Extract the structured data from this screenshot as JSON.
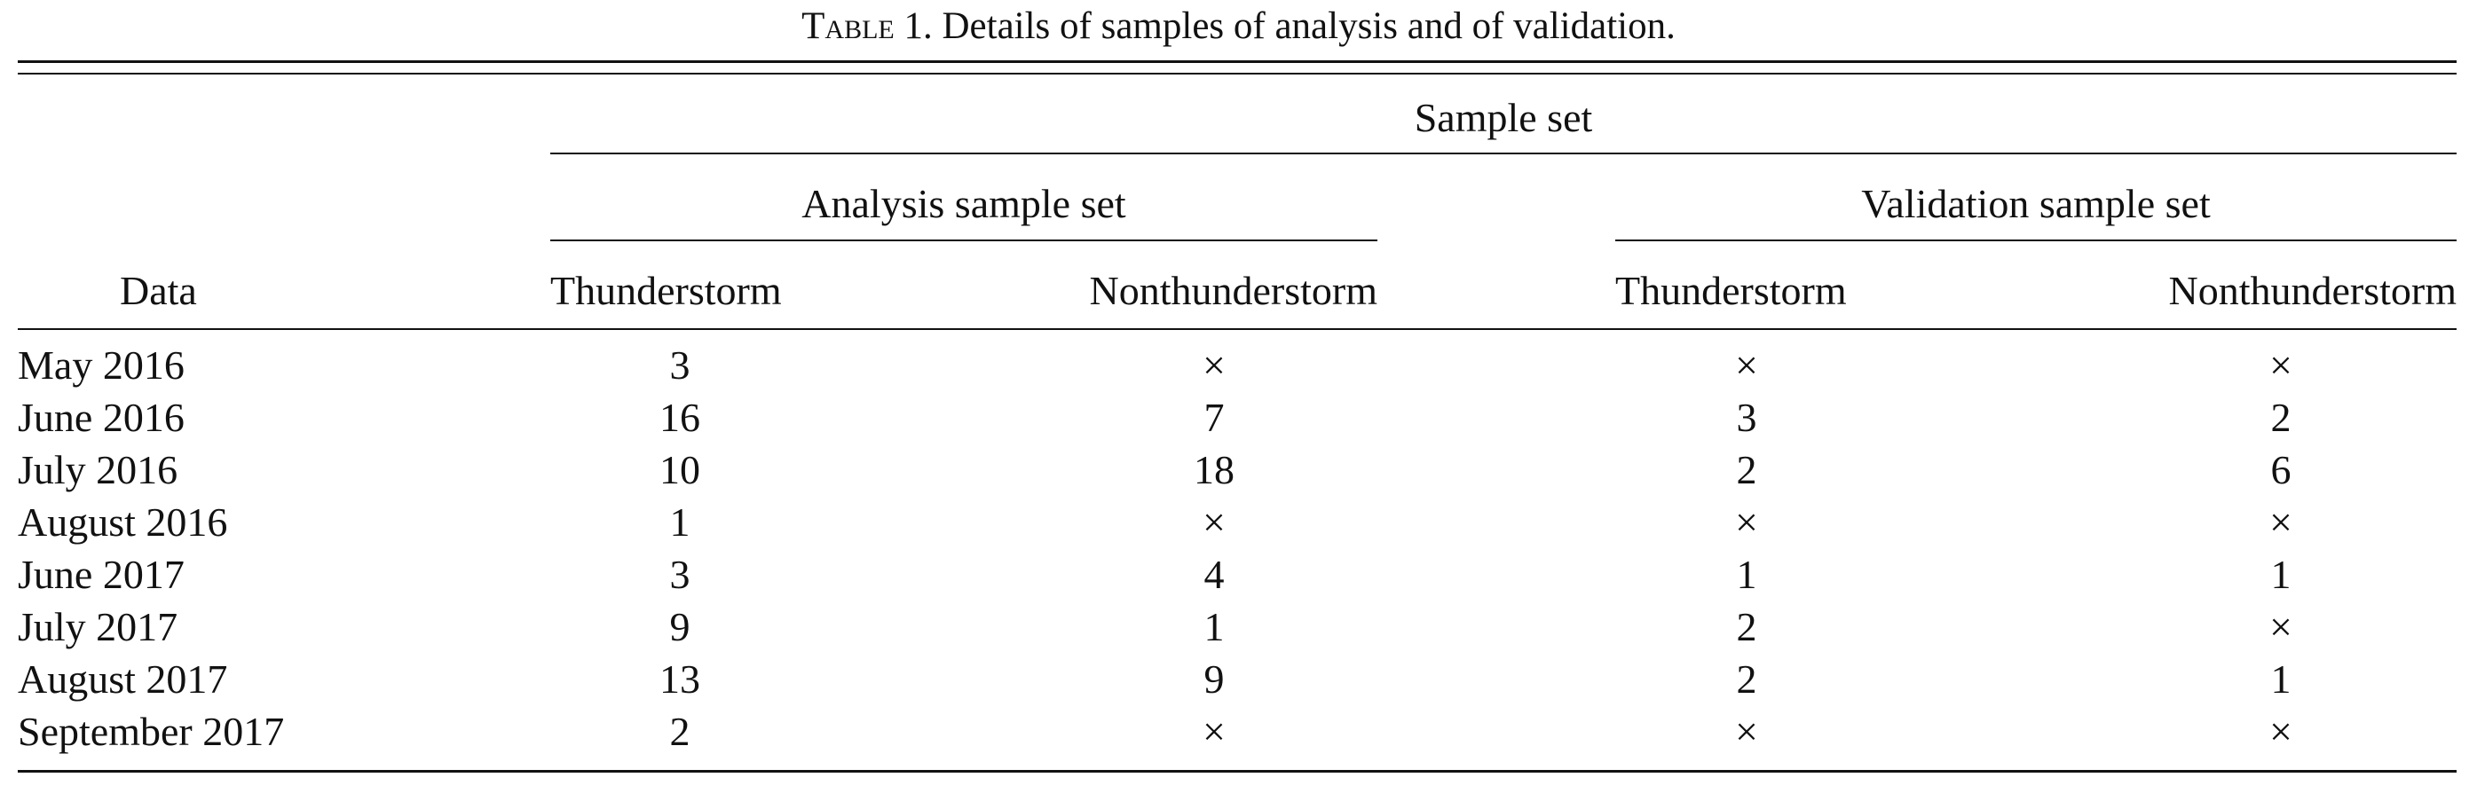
{
  "table": {
    "caption_prefix": "Table 1.",
    "caption_text": " Details of samples of analysis and of validation.",
    "header": {
      "row_label": "Data",
      "group": "Sample set",
      "subgroups": [
        "Analysis sample set",
        "Validation sample set"
      ],
      "columns": [
        "Thunderstorm",
        "Nonthunderstorm",
        "Thunderstorm",
        "Nonthunderstorm"
      ]
    },
    "rows": [
      {
        "label": "May 2016",
        "cells": [
          "3",
          "×",
          "×",
          "×"
        ]
      },
      {
        "label": "June 2016",
        "cells": [
          "16",
          "7",
          "3",
          "2"
        ]
      },
      {
        "label": "July 2016",
        "cells": [
          "10",
          "18",
          "2",
          "6"
        ]
      },
      {
        "label": "August 2016",
        "cells": [
          "1",
          "×",
          "×",
          "×"
        ]
      },
      {
        "label": "June 2017",
        "cells": [
          "3",
          "4",
          "1",
          "1"
        ]
      },
      {
        "label": "July 2017",
        "cells": [
          "9",
          "1",
          "2",
          "×"
        ]
      },
      {
        "label": "August 2017",
        "cells": [
          "13",
          "9",
          "2",
          "1"
        ]
      },
      {
        "label": "September 2017",
        "cells": [
          "2",
          "×",
          "×",
          "×"
        ]
      }
    ]
  }
}
